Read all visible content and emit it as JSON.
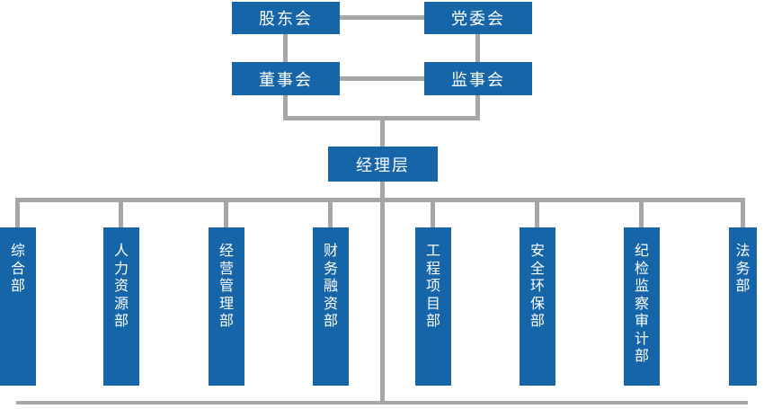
{
  "diagram": {
    "type": "org-chart",
    "colors": {
      "node_blue": "#1565a8",
      "connector_gray": "#a6a6a6",
      "text_white": "#ffffff",
      "background": "#ffffff"
    },
    "governance": {
      "shareholders_meeting": "股东会",
      "party_committee": "党委会",
      "board_of_directors": "董事会",
      "supervisory_board": "监事会",
      "management_layer": "经理层"
    },
    "departments": [
      {
        "name": "综合部"
      },
      {
        "name": "人力资源部"
      },
      {
        "name": "经营管理部"
      },
      {
        "name": "财务融资部"
      },
      {
        "name": "工程项目部"
      },
      {
        "name": "安全环保部"
      },
      {
        "name": "纪检监察审计部"
      },
      {
        "name": "法务部"
      }
    ]
  }
}
